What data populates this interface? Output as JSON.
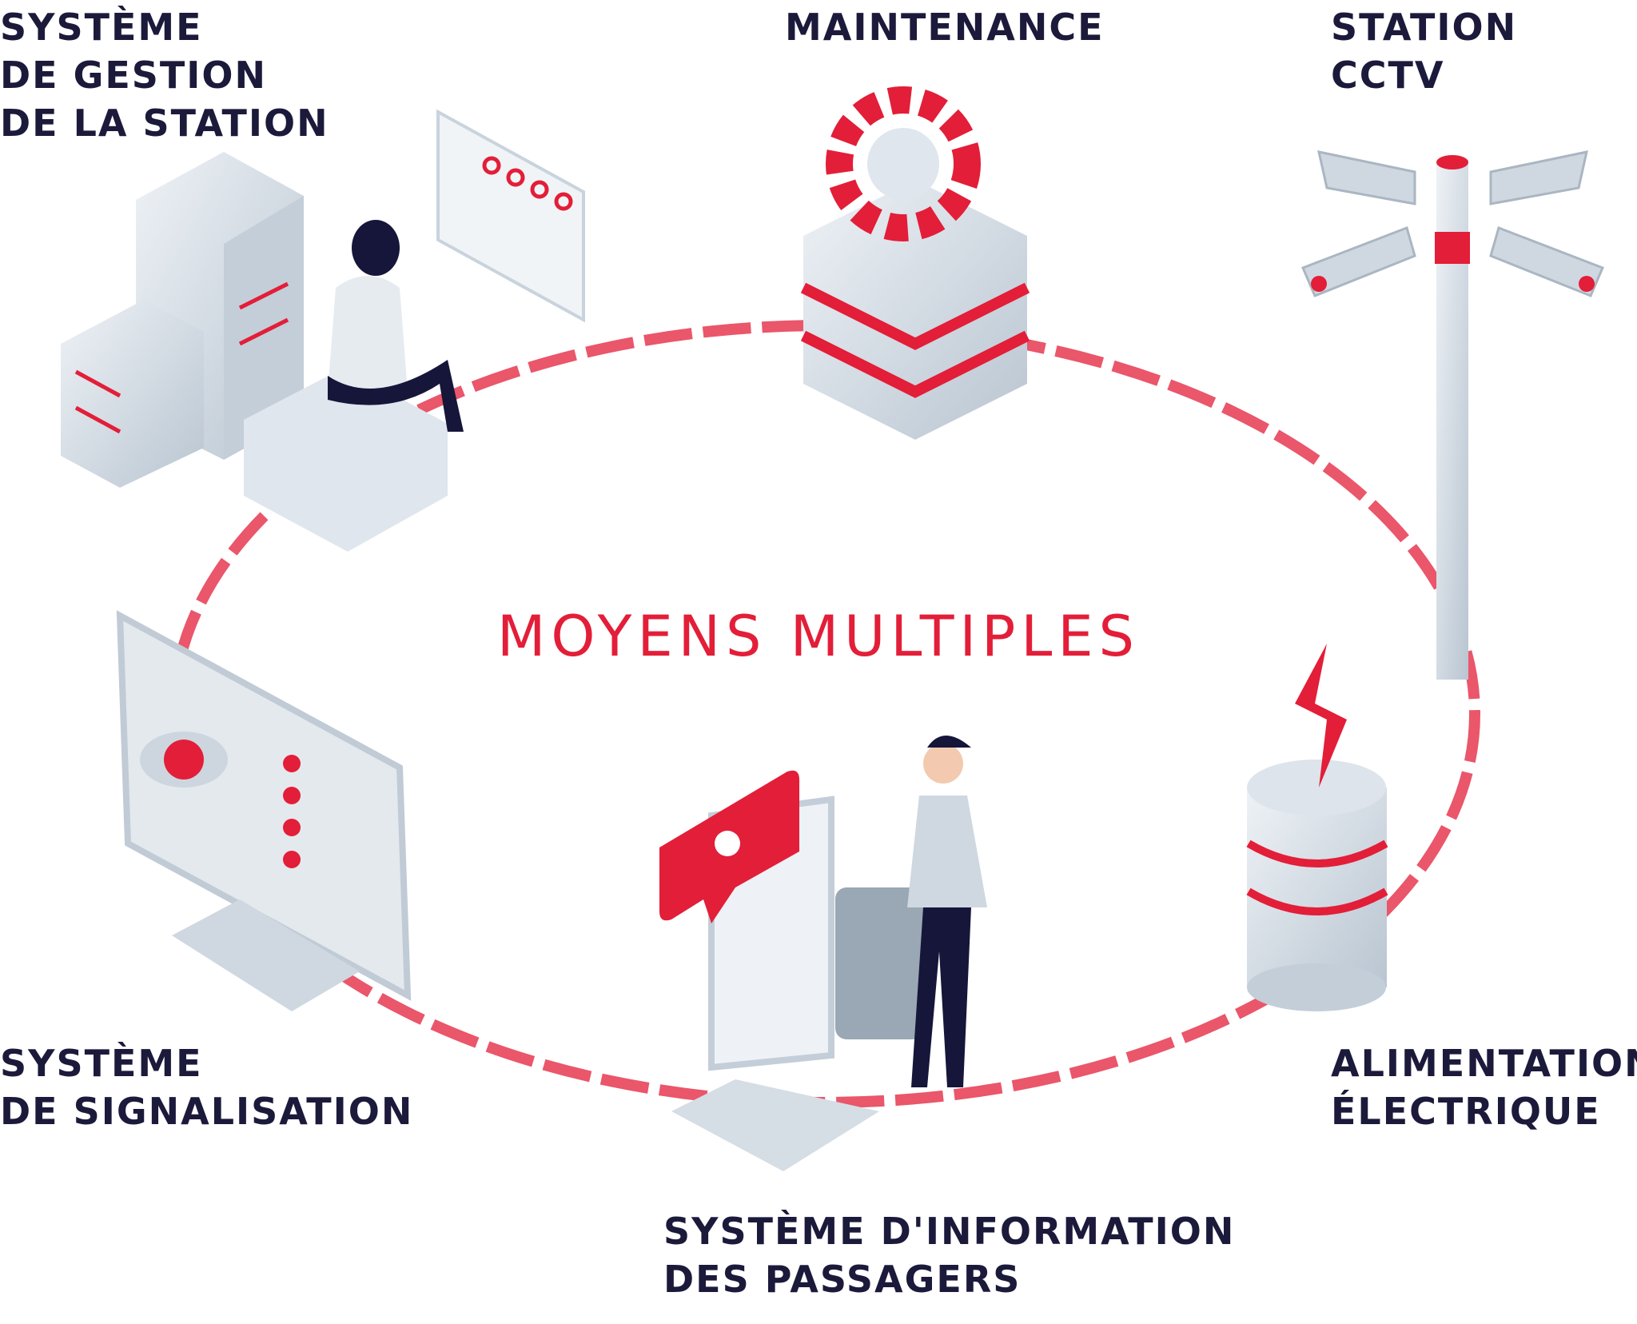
{
  "title": "MOYENS MULTIPLES",
  "nodes": {
    "station_management": {
      "lines": [
        "SYSTÈME",
        "DE GESTION",
        "DE LA STATION"
      ],
      "icon": "server-workstation-icon"
    },
    "maintenance": {
      "lines": [
        "MAINTENANCE"
      ],
      "icon": "gear-icon"
    },
    "cctv": {
      "lines": [
        "STATION",
        "CCTV"
      ],
      "icon": "cctv-camera-icon"
    },
    "signalling": {
      "lines": [
        "SYSTÈME",
        "DE SIGNALISATION"
      ],
      "icon": "monitor-eye-icon"
    },
    "power": {
      "lines": [
        "ALIMENTATION",
        "ÉLECTRIQUE"
      ],
      "icon": "power-bolt-icon"
    },
    "passenger_info": {
      "lines": [
        "SYSTÈME D'INFORMATION",
        "DES PASSAGERS"
      ],
      "icon": "passenger-kiosk-icon"
    }
  },
  "colors": {
    "accent": "#e31e38",
    "text": "#1b1a3b",
    "grey": "#cfd8e1"
  }
}
